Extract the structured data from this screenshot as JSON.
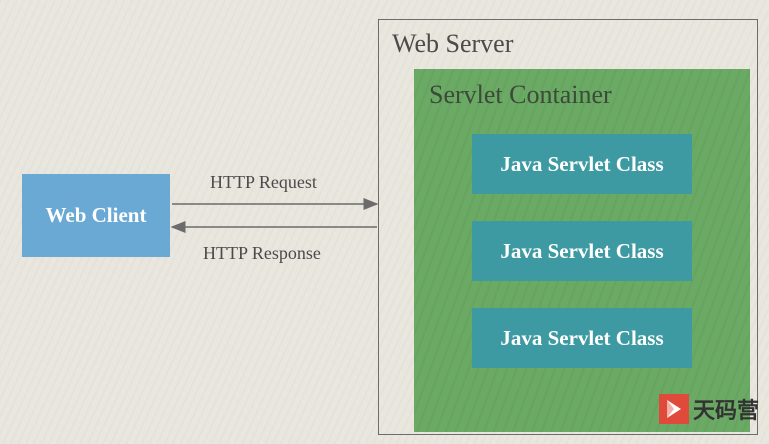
{
  "web_client": {
    "label": "Web Client"
  },
  "http_request": {
    "label": "HTTP Request"
  },
  "http_response": {
    "label": "HTTP Response"
  },
  "web_server": {
    "title": "Web Server"
  },
  "servlet_container": {
    "title": "Servlet Container"
  },
  "servlets": [
    {
      "label": "Java Servlet Class"
    },
    {
      "label": "Java Servlet Class"
    },
    {
      "label": "Java Servlet Class"
    }
  ],
  "watermark": {
    "text": "天码营"
  },
  "colors": {
    "background": "#e8e6dd",
    "client": "#6aa9d3",
    "container": "#6aaa64",
    "servlet": "#3e9aa2",
    "arrow": "#6b6b6b",
    "logo": "#e04a3a"
  }
}
